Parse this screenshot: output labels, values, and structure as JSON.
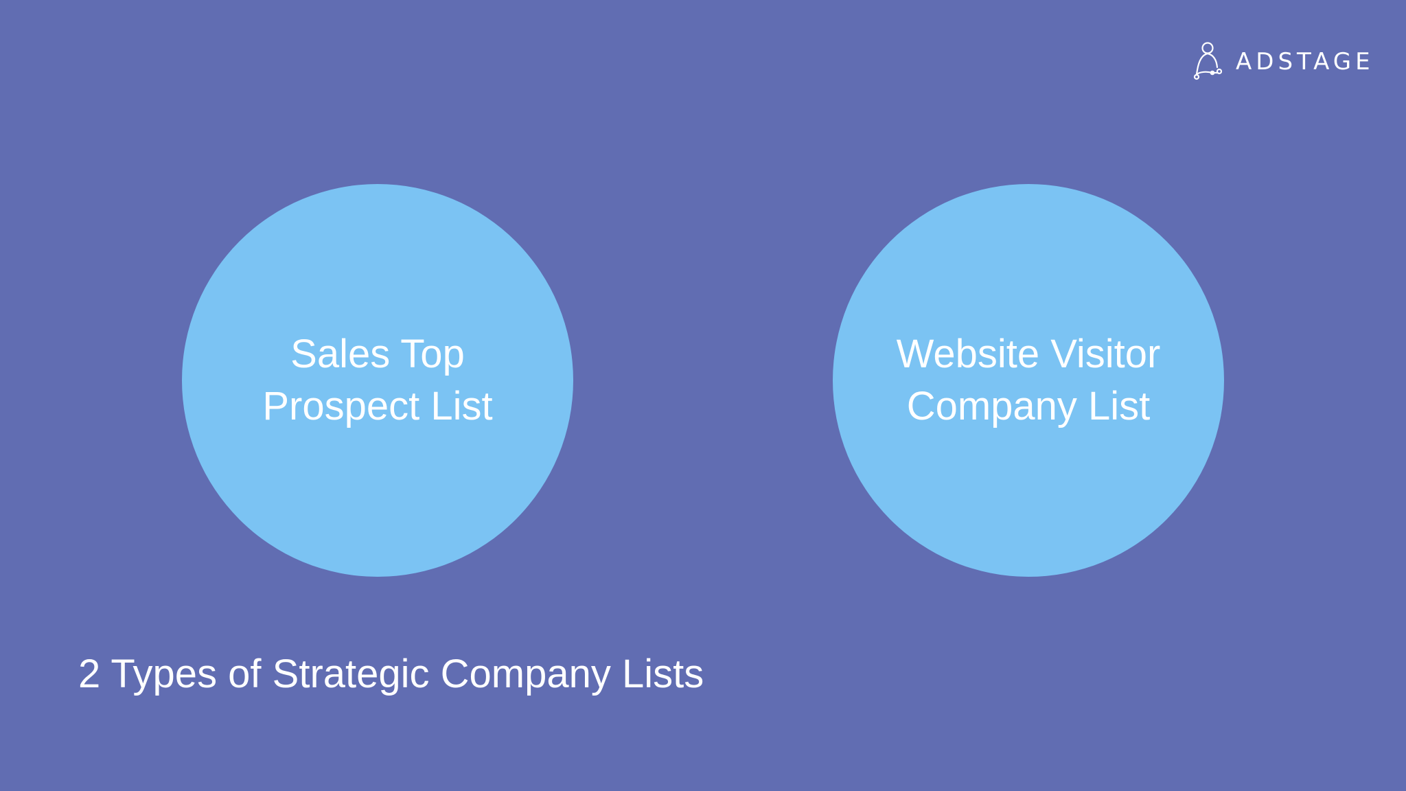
{
  "slide": {
    "background_color": "#616db2",
    "circle_color": "#7bc3f3",
    "logo": {
      "icon": "person-network-icon",
      "text": "ADSTAGE"
    },
    "circles": [
      {
        "line1": "Sales Top",
        "line2": "Prospect List"
      },
      {
        "line1": "Website Visitor",
        "line2": "Company List"
      }
    ],
    "title": "2 Types of Strategic Company Lists"
  }
}
